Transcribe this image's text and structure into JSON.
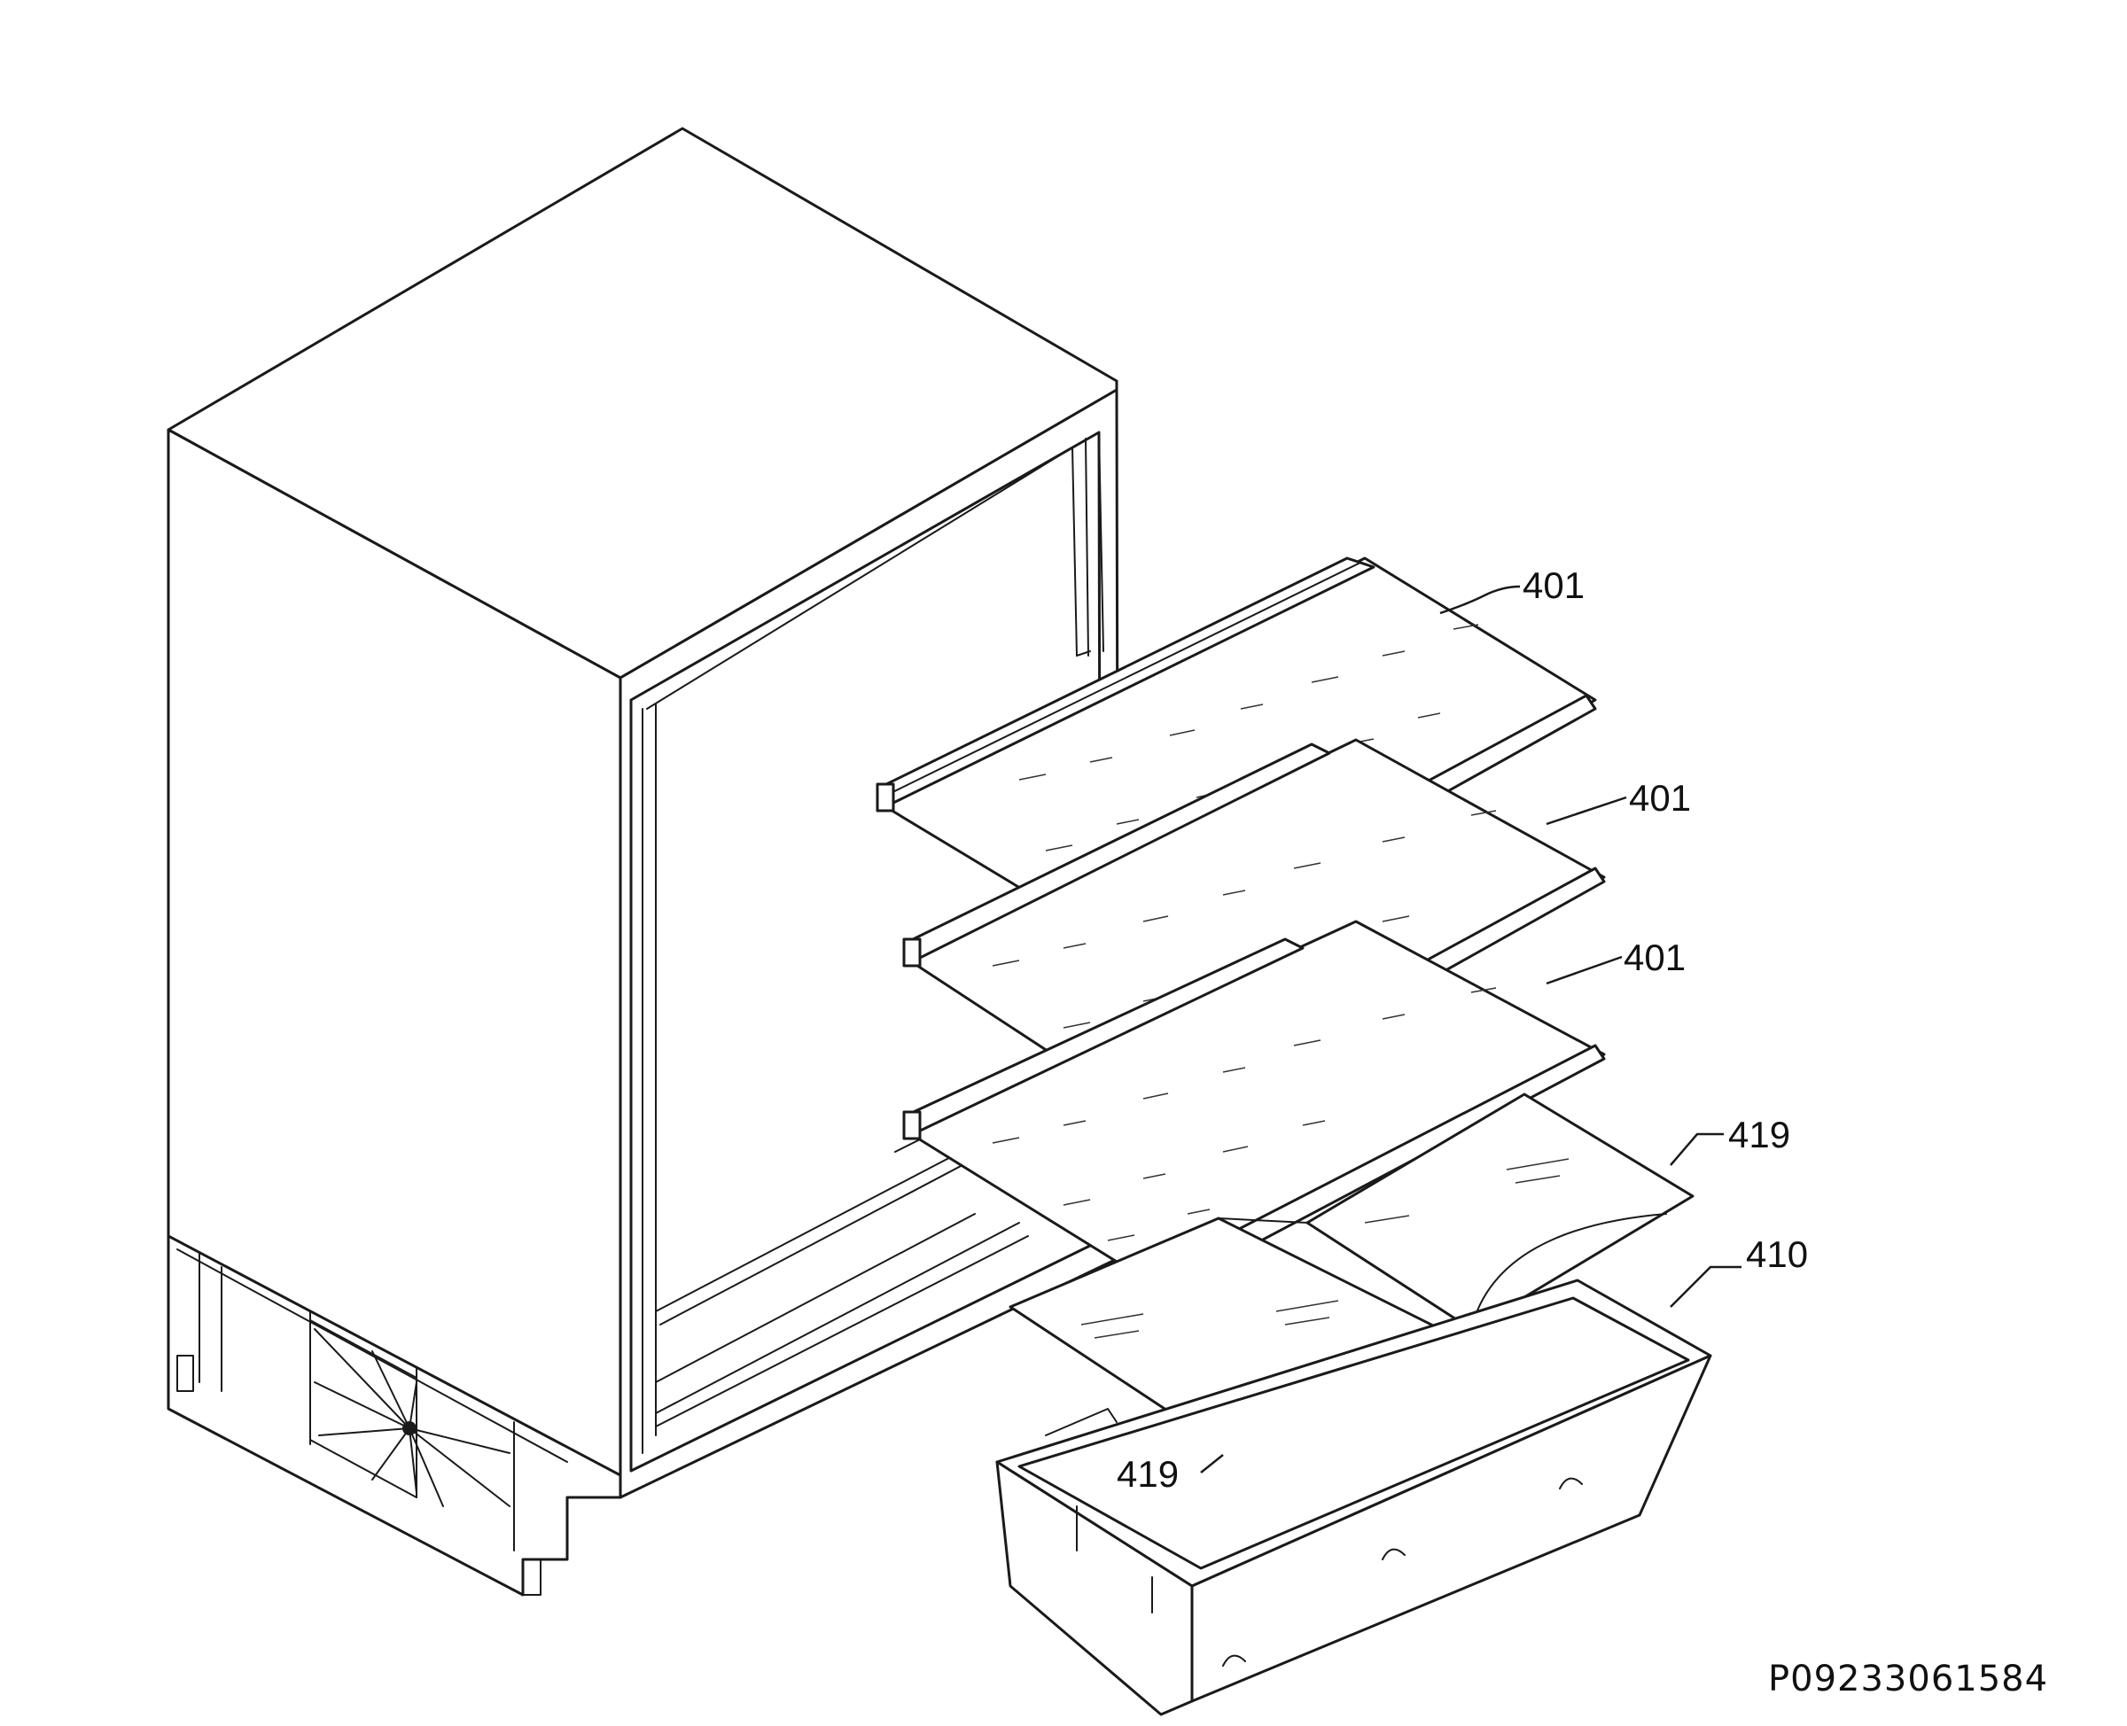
{
  "callouts": [
    {
      "id": "shelf-top",
      "label": "401"
    },
    {
      "id": "shelf-middle",
      "label": "401"
    },
    {
      "id": "shelf-bottom",
      "label": "401"
    },
    {
      "id": "crisper-cover-right",
      "label": "419"
    },
    {
      "id": "crisper-drawer",
      "label": "410"
    },
    {
      "id": "crisper-cover-left",
      "label": "419"
    }
  ],
  "diagram_code": "P09233061584",
  "colors": {
    "line": "#1a1a1a",
    "background": "#ffffff"
  }
}
